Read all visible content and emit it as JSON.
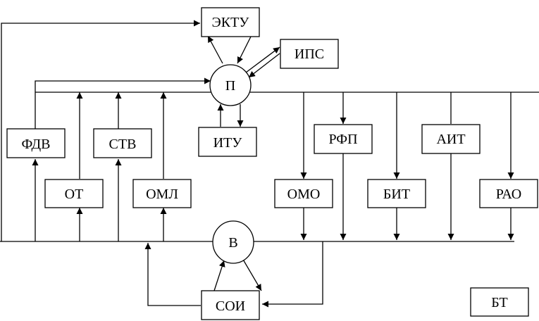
{
  "diagram": {
    "nodes": {
      "ektu": "ЭКТУ",
      "ips": "ИПС",
      "p": "П",
      "fdv": "ФДВ",
      "stv": "СТВ",
      "itu": "ИТУ",
      "rfp": "РФП",
      "ait": "АИТ",
      "ot": "ОТ",
      "oml": "ОМЛ",
      "omo": "ОМО",
      "bit": "БИТ",
      "rao": "РАО",
      "v": "В",
      "soi": "СОИ",
      "bt": "БТ"
    }
  }
}
